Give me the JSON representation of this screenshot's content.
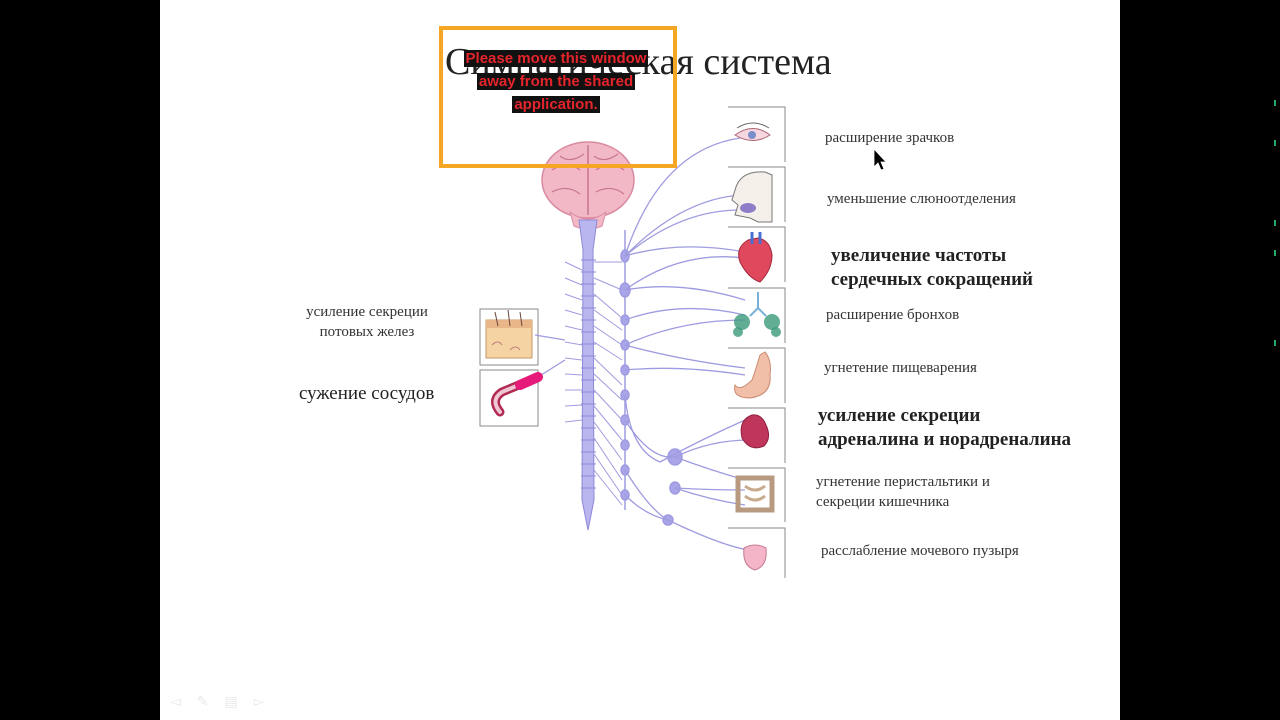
{
  "slide": {
    "title": "Симпатическая система",
    "labels": {
      "pupils": "расширение зрачков",
      "saliva": "уменьшение слюноотделения",
      "heart_1": "увеличение частоты",
      "heart_2": "сердечных сокращений",
      "bronchi": "расширение бронхов",
      "digestion": "угнетение пищеварения",
      "adrenal_1": "усиление секреции",
      "adrenal_2": "адреналина и норадреналина",
      "intestine_1": "угнетение перистальтики и",
      "intestine_2": "секреции кишечника",
      "bladder": "расслабление мочевого пузыря",
      "sweat_1": "усиление секреции",
      "sweat_2": "потовых желез",
      "vessels": "сужение сосудов"
    }
  },
  "share_warning": {
    "line_1": "Please move this window",
    "line_2": "away from the shared",
    "line_3": "application."
  },
  "toolbar": {
    "back_icon": "◅",
    "pen_icon": "✎",
    "menu_icon": "▤",
    "forward_icon": "▻"
  },
  "colors": {
    "nerve": "#9f9be0",
    "warning_border": "#f5a623",
    "warning_text": "#e5242b"
  }
}
